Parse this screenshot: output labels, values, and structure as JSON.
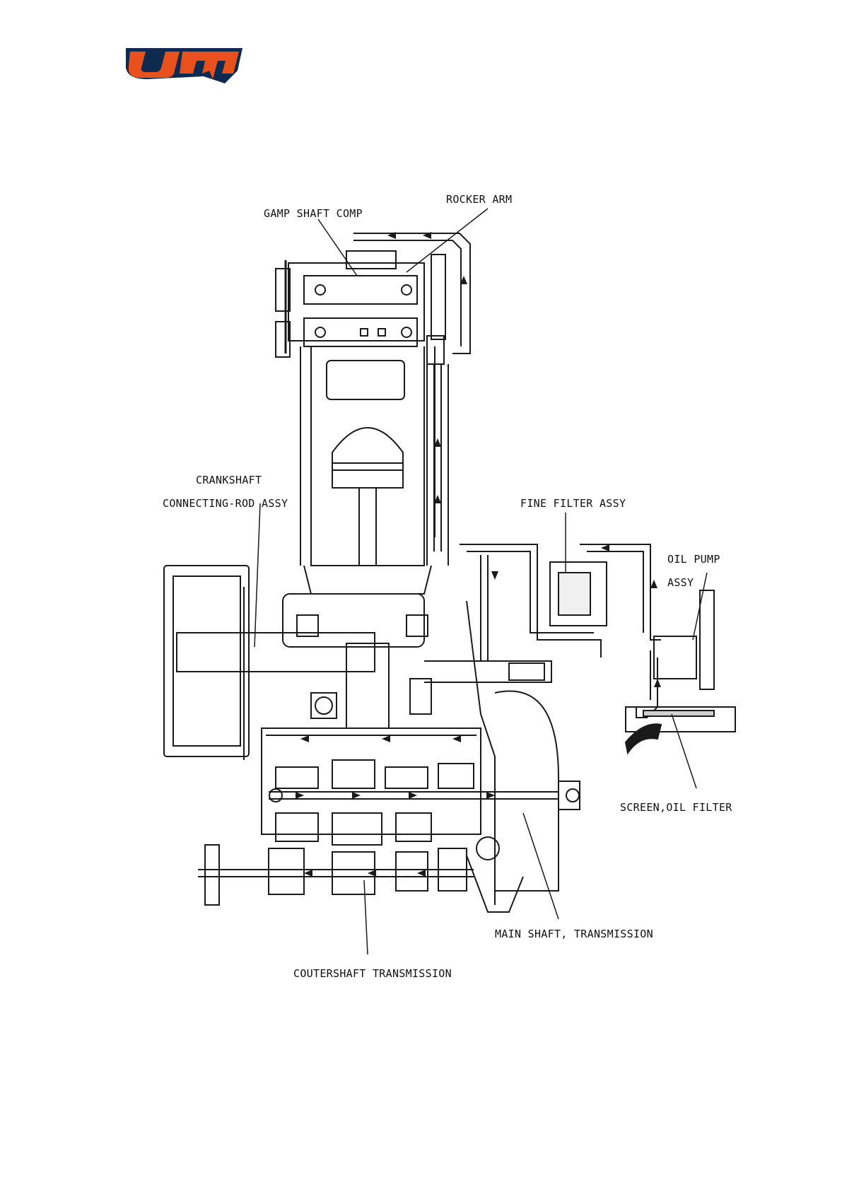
{
  "logo": {
    "text": "UM",
    "colors": {
      "fill": "#e8501c",
      "outline": "#0e2a4f"
    }
  },
  "labels": {
    "gamp_shaft": "GAMP SHAFT COMP",
    "rocker_arm": "ROCKER ARM",
    "crankshaft": "CRANKSHAFT",
    "connecting_rod": "CONNECTING-ROD ASSY",
    "fine_filter": "FINE FILTER ASSY",
    "oil_pump_1": "OIL PUMP",
    "oil_pump_2": "ASSY",
    "screen_oil_filter": "SCREEN,OIL FILTER",
    "main_shaft": "MAIN SHAFT, TRANSMISSION",
    "countershaft": "COUTERSHAFT TRANSMISSION"
  },
  "icons": [
    "oil-flow-arrow-icon",
    "oil-spray-icon"
  ],
  "colors": {
    "line": "#1a1a1a",
    "background": "#ffffff"
  }
}
